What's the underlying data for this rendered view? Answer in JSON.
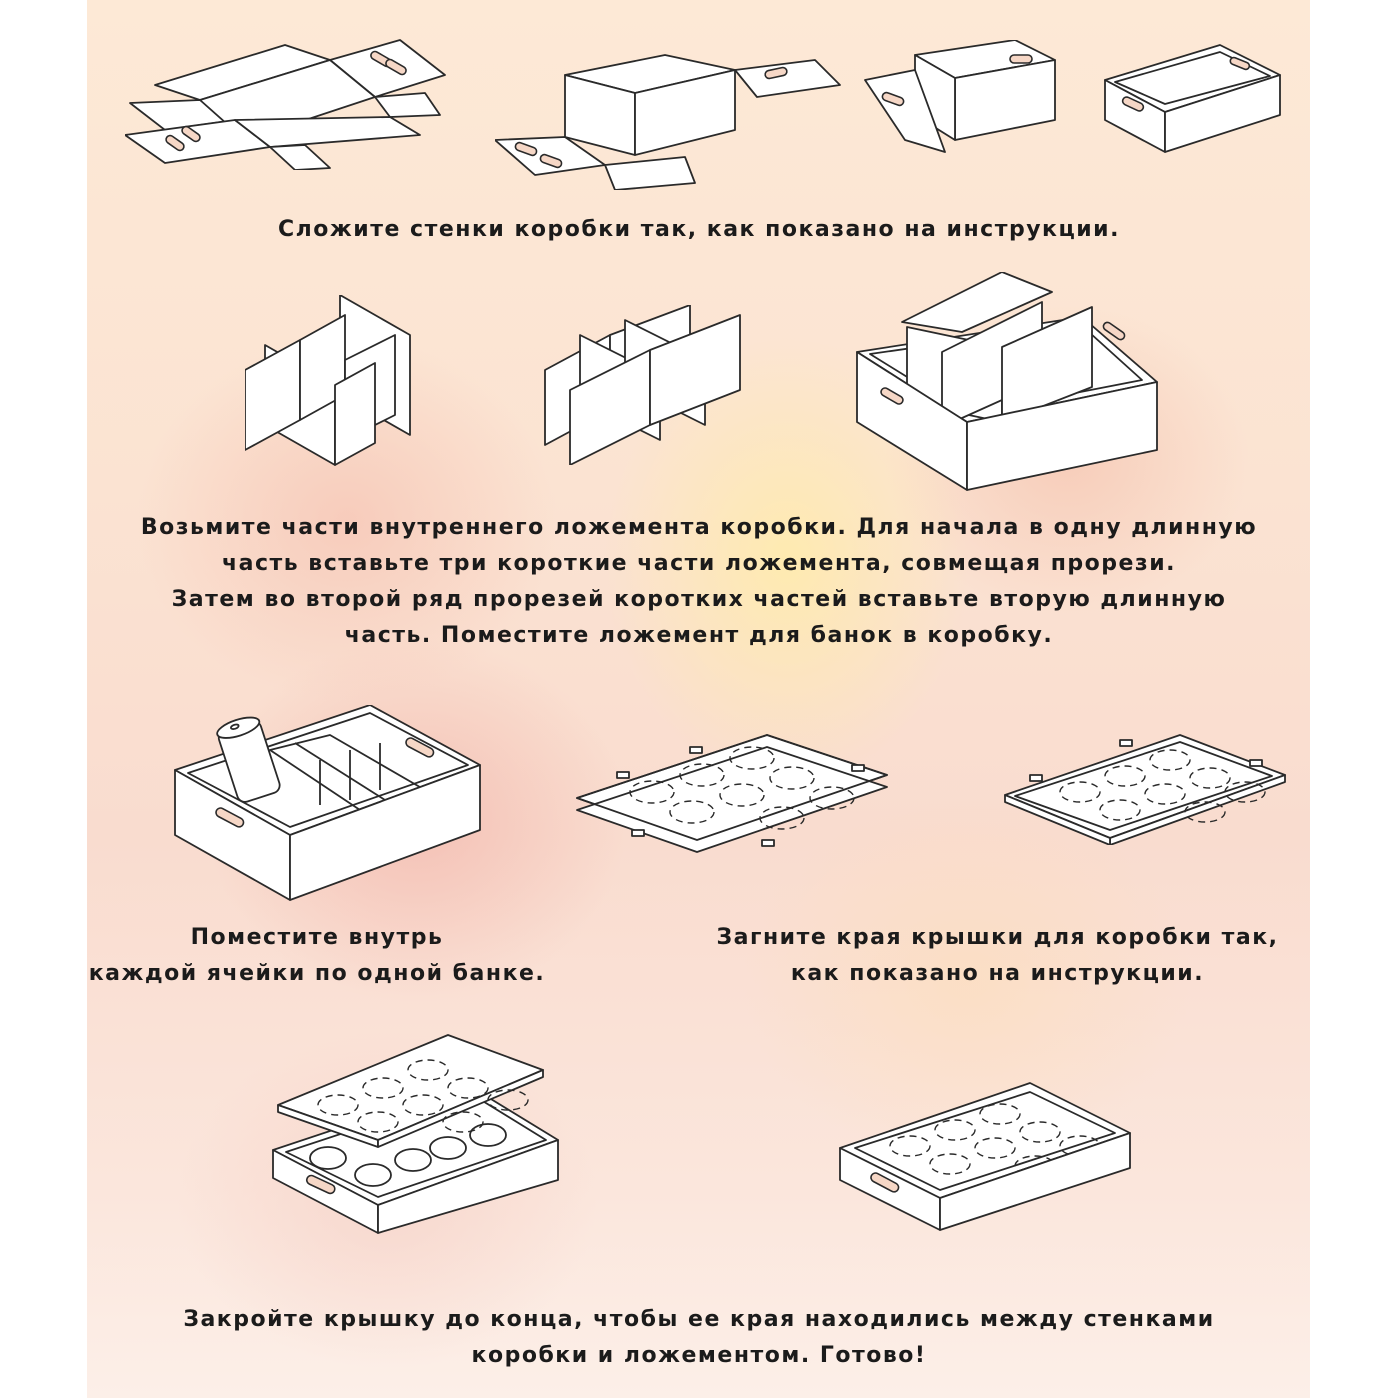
{
  "page": {
    "background_color": "#ffffff",
    "panel_colors": [
      "#fde9d6",
      "#f9dccf",
      "#ffeca9",
      "#f0aaa0"
    ],
    "text_color": "#1b1b1b"
  },
  "steps": [
    {
      "id": "step-1",
      "illustrations": [
        "flat-box-blank",
        "box-sides-partially-folded",
        "box-ends-folding",
        "assembled-box"
      ],
      "caption_lines": [
        "Сложите стенки коробки так, как показано на инструкции."
      ]
    },
    {
      "id": "step-2",
      "illustrations": [
        "divider-grid-start",
        "divider-grid-complete",
        "divider-grid-in-box"
      ],
      "caption_lines": [
        "Возьмите части внутреннего ложемента коробки. Для начала в одну длинную",
        "часть вставьте три короткие части ложемента, совмещая прорези.",
        "Затем во второй ряд прорезей коротких частей вставьте вторую длинную",
        "часть. Поместите ложемент для банок в коробку."
      ]
    },
    {
      "id": "step-3",
      "illustrations": [
        "box-with-can"
      ],
      "caption_lines": [
        "Поместите внутрь",
        "каждой ячейки по одной банке."
      ]
    },
    {
      "id": "step-4",
      "illustrations": [
        "flat-lid",
        "folded-lid"
      ],
      "caption_lines": [
        "Загните края крышки для коробки так,",
        "как показано на инструкции."
      ]
    },
    {
      "id": "step-5",
      "illustrations": [
        "box-lid-closing",
        "box-closed"
      ],
      "caption_lines": [
        "Закройте крышку до конца, чтобы ее края находились между стенками",
        "коробки и ложементом. Готово!"
      ]
    }
  ]
}
